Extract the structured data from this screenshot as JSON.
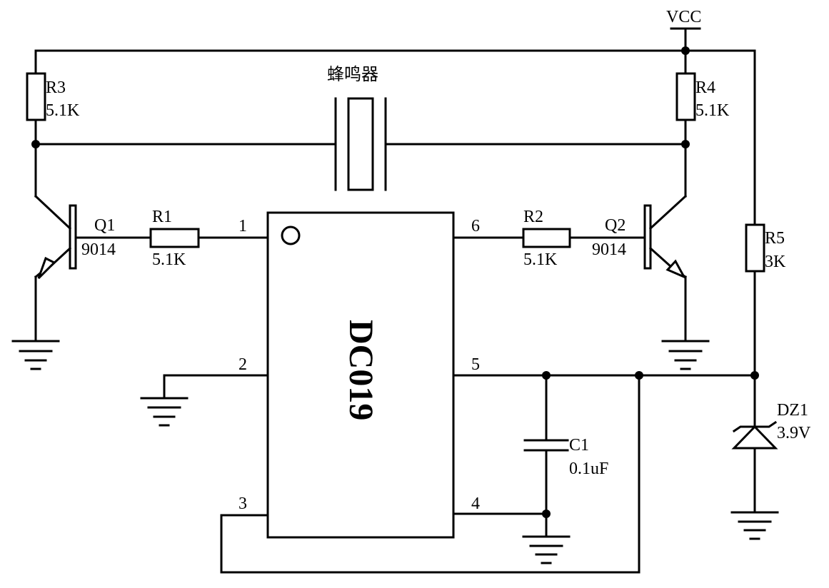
{
  "vcc": "VCC",
  "buzzer": "蜂鸣器",
  "ic": {
    "name": "DC019",
    "pins": [
      "1",
      "2",
      "3",
      "4",
      "5",
      "6"
    ]
  },
  "components": {
    "r3": {
      "ref": "R3",
      "value": "5.1K"
    },
    "r4": {
      "ref": "R4",
      "value": "5.1K"
    },
    "r1": {
      "ref": "R1",
      "value": "5.1K"
    },
    "r2": {
      "ref": "R2",
      "value": "5.1K"
    },
    "r5": {
      "ref": "R5",
      "value": "3K"
    },
    "q1": {
      "ref": "Q1",
      "value": "9014"
    },
    "q2": {
      "ref": "Q2",
      "value": "9014"
    },
    "c1": {
      "ref": "C1",
      "value": "0.1uF"
    },
    "dz1": {
      "ref": "DZ1",
      "value": "3.9V"
    }
  }
}
